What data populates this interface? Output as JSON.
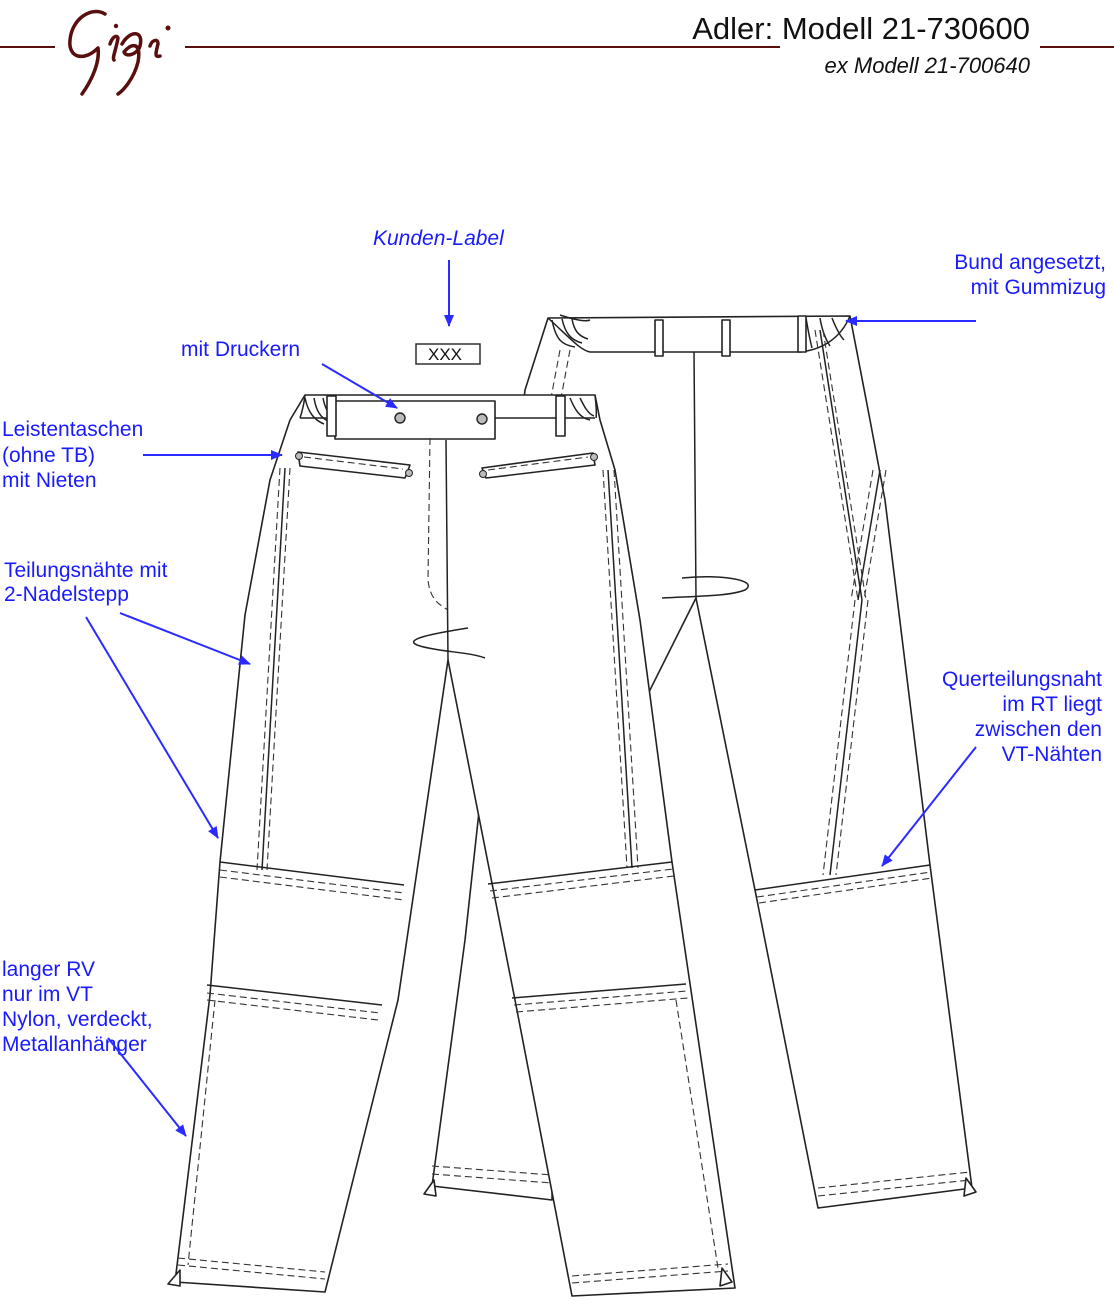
{
  "header": {
    "logo_text": "Gigi",
    "title": "Adler: Modell 21-730600",
    "subtitle": "ex Modell 21-700640",
    "rule_color": "#5a0f0f"
  },
  "colors": {
    "annotation": "#1a1aff",
    "outline": "#222222"
  },
  "labels": {
    "kunden_label": "Kunden-Label",
    "label_box": "XXX",
    "druckern": "mit    Druckern",
    "leistentaschen": [
      "Leistentaschen",
      "(ohne    TB)",
      "mit    Nieten"
    ],
    "teilungsnaehte": [
      "Teilungsnähte    mit",
      "2-Nadelstepp"
    ],
    "bund": [
      "Bund    angesetzt,",
      "mit    Gummizug"
    ],
    "querteilung": [
      "Querteilungsnaht",
      "im    RT    liegt",
      "zwischen    den",
      "VT-Nähten"
    ],
    "langer_rv": [
      "langer    RV",
      "nur    im    VT",
      "Nylon,    verdeckt,",
      "Metallanhänger"
    ]
  }
}
